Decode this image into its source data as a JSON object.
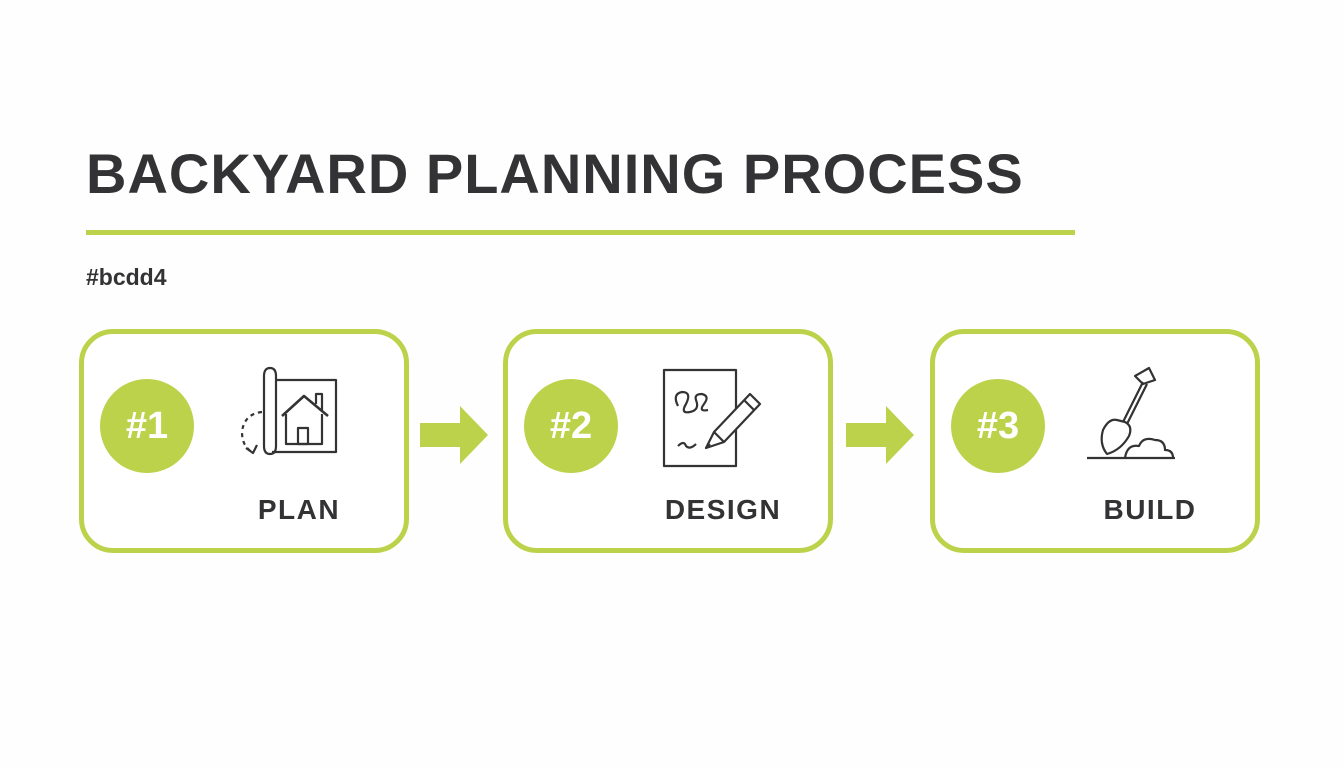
{
  "title": "BACKYARD PLANNING PROCESS",
  "color_tag": "#bcdd4",
  "colors": {
    "accent": "#bcd24a",
    "text": "#333335",
    "background": "#fdfefd"
  },
  "steps": [
    {
      "number": "#1",
      "label": "PLAN",
      "icon": "blueprint-house-icon"
    },
    {
      "number": "#2",
      "label": "DESIGN",
      "icon": "sketch-pencil-icon"
    },
    {
      "number": "#3",
      "label": "BUILD",
      "icon": "shovel-dirt-icon"
    }
  ],
  "connectors": [
    "arrow-right-icon",
    "arrow-right-icon"
  ]
}
